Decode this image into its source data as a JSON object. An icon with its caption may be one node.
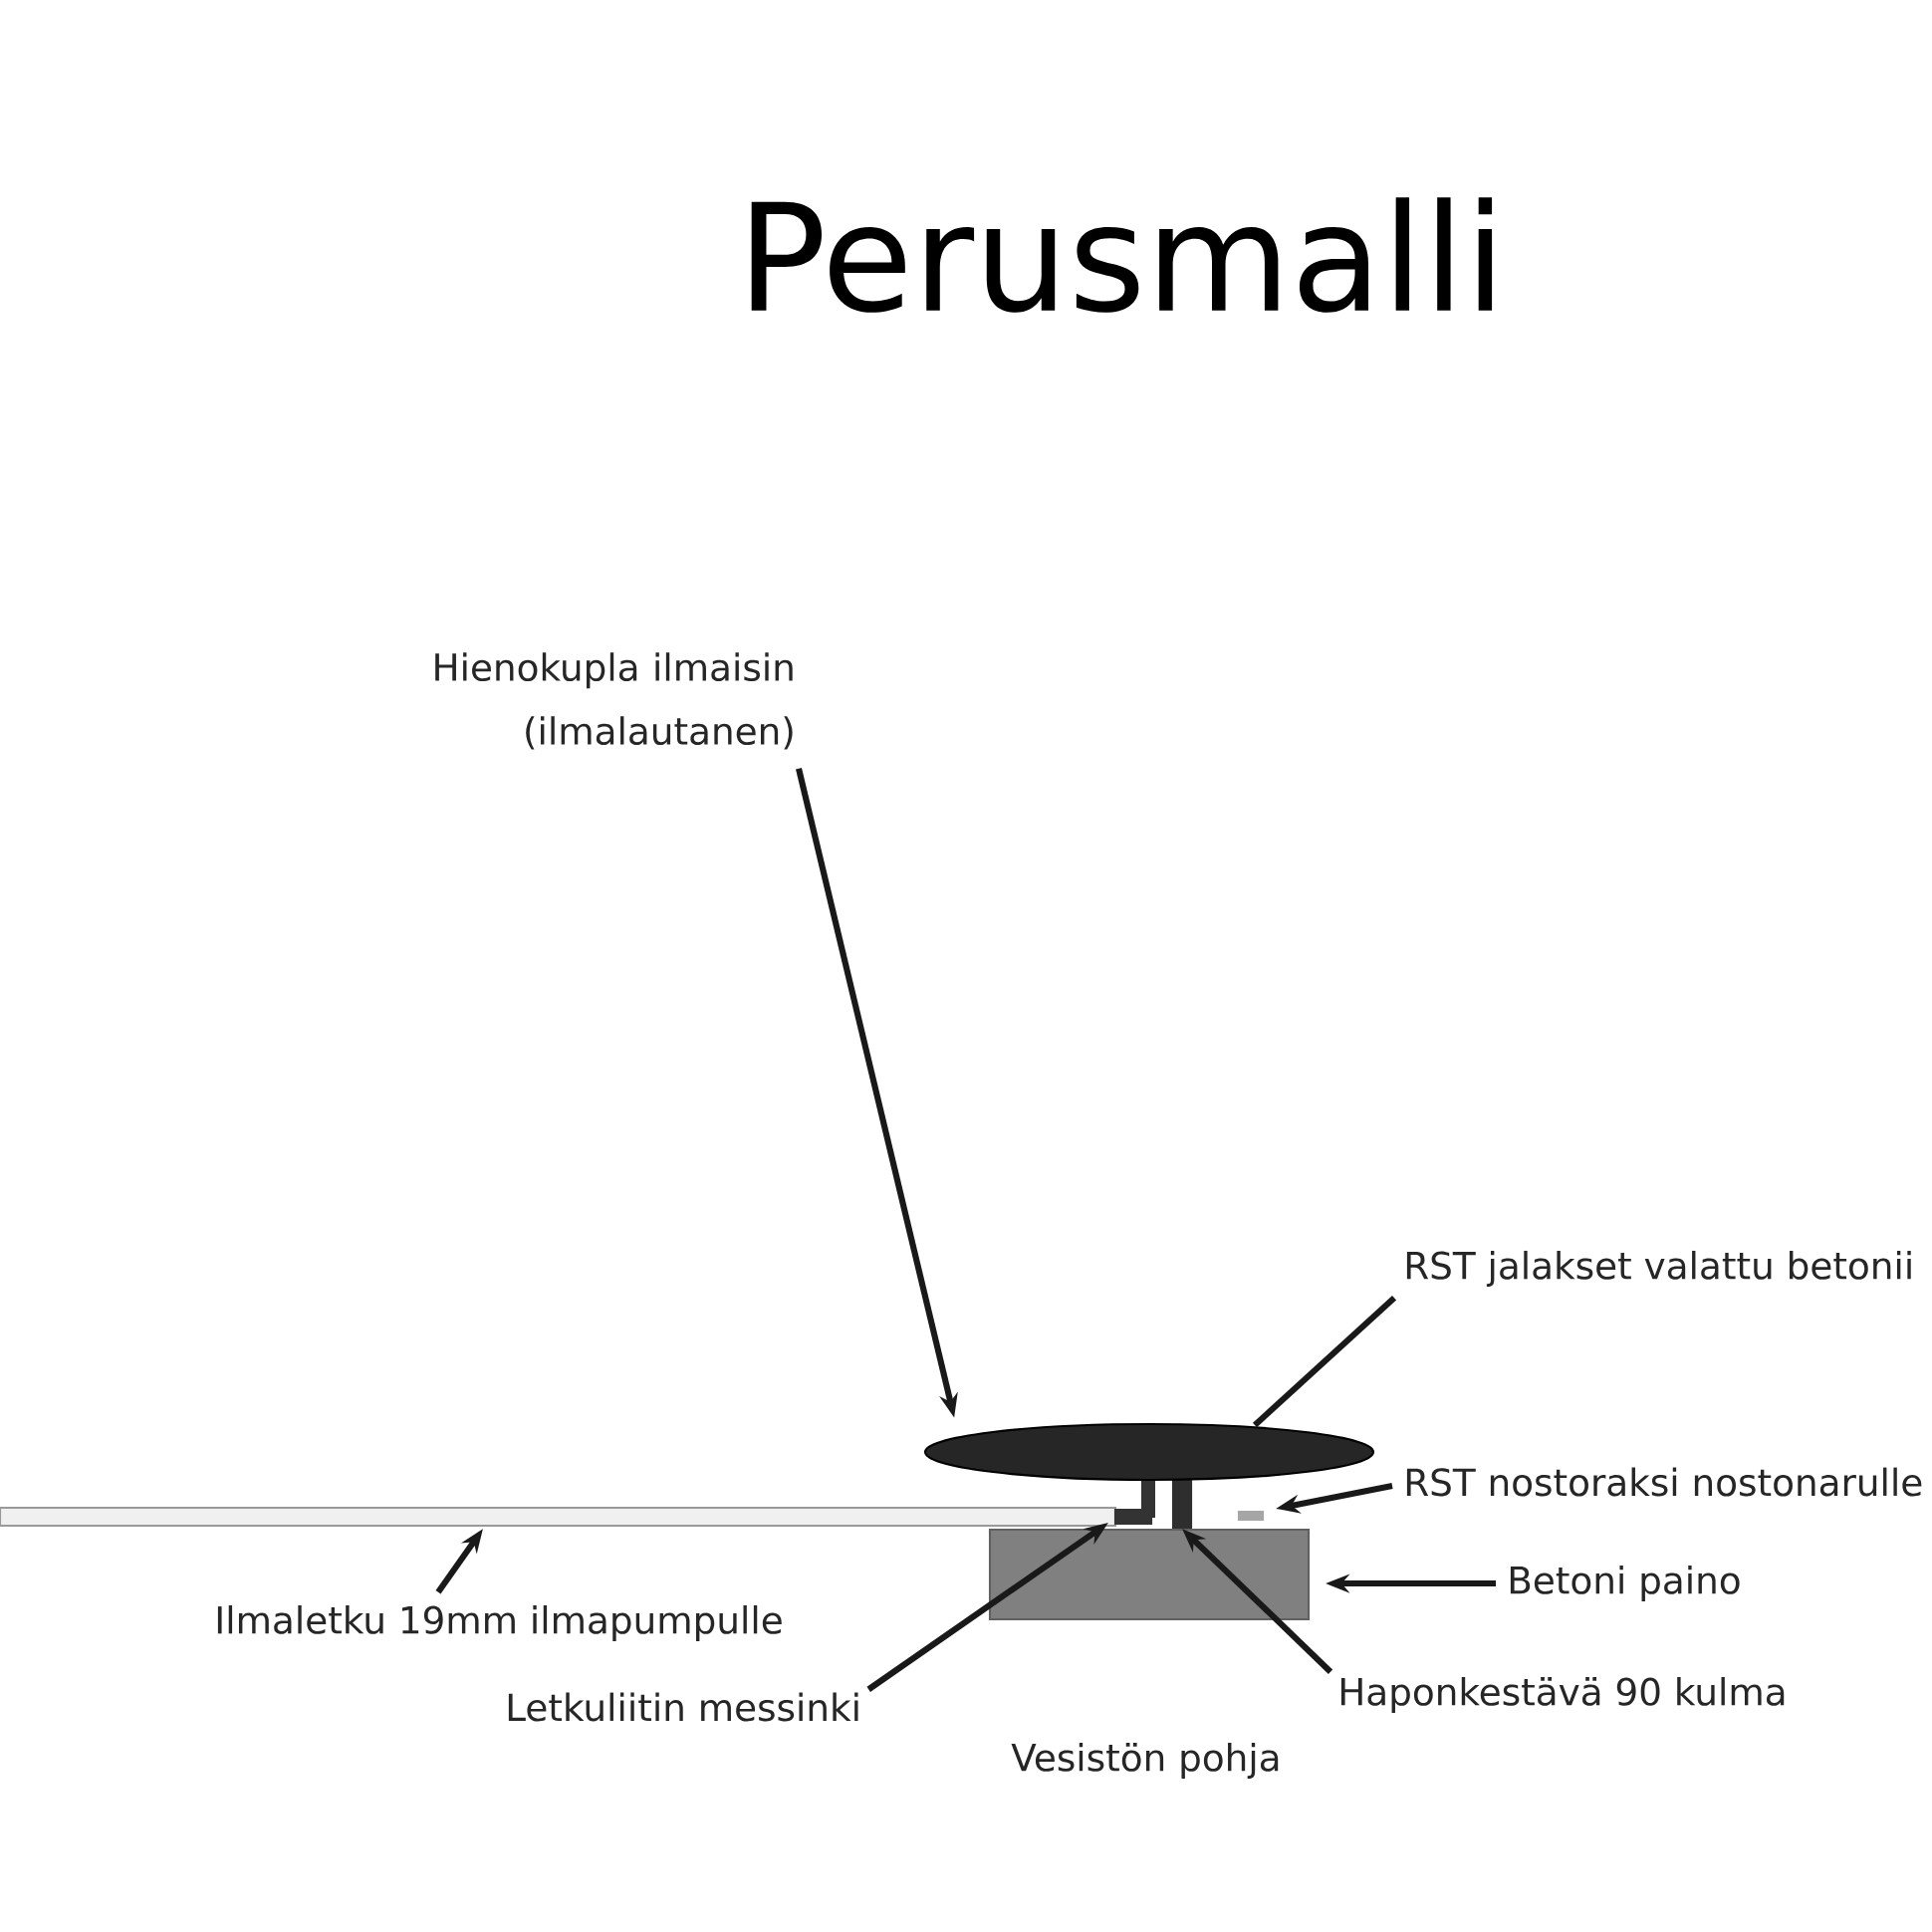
{
  "diagram": {
    "title": "Perusmalli",
    "nodes": [
      {
        "text": [
          "Hienokupla ilmaisin (ilmalautanen)"
        ]
      },
      {
        "text": [
          "RST jalakset valattu betonii"
        ]
      },
      {
        "text": [
          "RST nostoraksi nostonarulle"
        ]
      },
      {
        "text": [
          "Betoni paino"
        ]
      },
      {
        "text": [
          "Ilmaletku 19mm ilmapumpulle"
        ]
      },
      {
        "text": [
          "Letkuliitin messinki"
        ]
      },
      {
        "text": [
          "Haponkestävä 90 kulma"
        ]
      },
      {
        "text": [],
        "shape": "ellipse"
      },
      {
        "text": [],
        "shape": "box"
      },
      {
        "text": [],
        "shape": "bar"
      },
      {
        "text": [],
        "shape": "box"
      },
      {
        "text": [],
        "shape": "box"
      },
      {
        "text": [],
        "shape": "box"
      }
    ],
    "edges": [
      {
        "from": 0,
        "to": 7,
        "arrow": "to"
      },
      {
        "from": 1,
        "to": 7,
        "arrow": "none"
      },
      {
        "from": 2,
        "to": 11,
        "arrow": "to"
      },
      {
        "from": 3,
        "to": 8,
        "arrow": "to"
      },
      {
        "from": 4,
        "to": 9,
        "arrow": "to"
      },
      {
        "from": 5,
        "to": 10,
        "arrow": "to"
      },
      {
        "from": 6,
        "to": 12,
        "arrow": "to"
      }
    ],
    "labels": [
      "Vesistön pohja"
    ]
  }
}
